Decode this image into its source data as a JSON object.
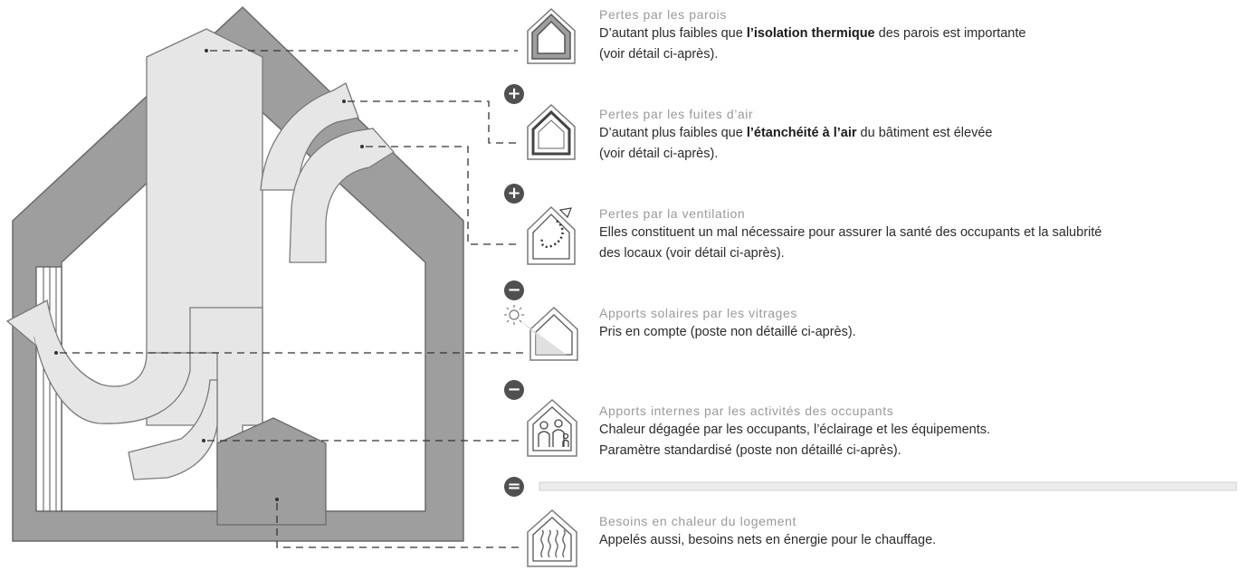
{
  "items": [
    {
      "title": "Pertes par les parois",
      "lines": [
        {
          "before": "D’autant plus faibles que ",
          "bold": "l’isolation thermique",
          "after": " des parois est importante"
        },
        {
          "before": "(voir détail ci-après).",
          "bold": "",
          "after": ""
        }
      ],
      "icon": "house-walls-icon"
    },
    {
      "title": "Pertes par les fuites d’air",
      "lines": [
        {
          "before": "D’autant plus faibles que ",
          "bold": "l’étanchéité à l’air",
          "after": " du bâtiment est élevée"
        },
        {
          "before": "(voir détail ci-après).",
          "bold": "",
          "after": ""
        }
      ],
      "icon": "house-airtight-icon"
    },
    {
      "title": "Pertes par la ventilation",
      "lines": [
        {
          "before": "Elles constituent un mal nécessaire pour assurer la santé des occupants et la salubrité",
          "bold": "",
          "after": ""
        },
        {
          "before": "des locaux (voir détail ci-après).",
          "bold": "",
          "after": ""
        }
      ],
      "icon": "house-ventilation-icon"
    },
    {
      "title": "Apports solaires par les vitrages",
      "lines": [
        {
          "before": "Pris en compte (poste non détaillé ci-après).",
          "bold": "",
          "after": ""
        }
      ],
      "icon": "house-sun-icon"
    },
    {
      "title": "Apports internes par les activités des occupants",
      "lines": [
        {
          "before": "Chaleur dégagée par les occupants, l’éclairage et les équipements.",
          "bold": "",
          "after": ""
        },
        {
          "before": "Paramètre standardisé (poste non détaillé ci-après).",
          "bold": "",
          "after": ""
        }
      ],
      "icon": "house-occupants-icon"
    },
    {
      "title": "Besoins en chaleur du logement",
      "lines": [
        {
          "before": "Appelés aussi, besoins nets en énergie pour le chauffage.",
          "bold": "",
          "after": ""
        }
      ],
      "icon": "house-heating-icon"
    }
  ],
  "operators": [
    "+",
    "+",
    "−",
    "−",
    "="
  ],
  "colors": {
    "wall": "#9e9e9e",
    "arrow": "#e6e6e6",
    "arrow_stroke": "#7a7a7a",
    "operator": "#505050",
    "title": "#9a9a9a",
    "text": "#2b2b2b"
  }
}
